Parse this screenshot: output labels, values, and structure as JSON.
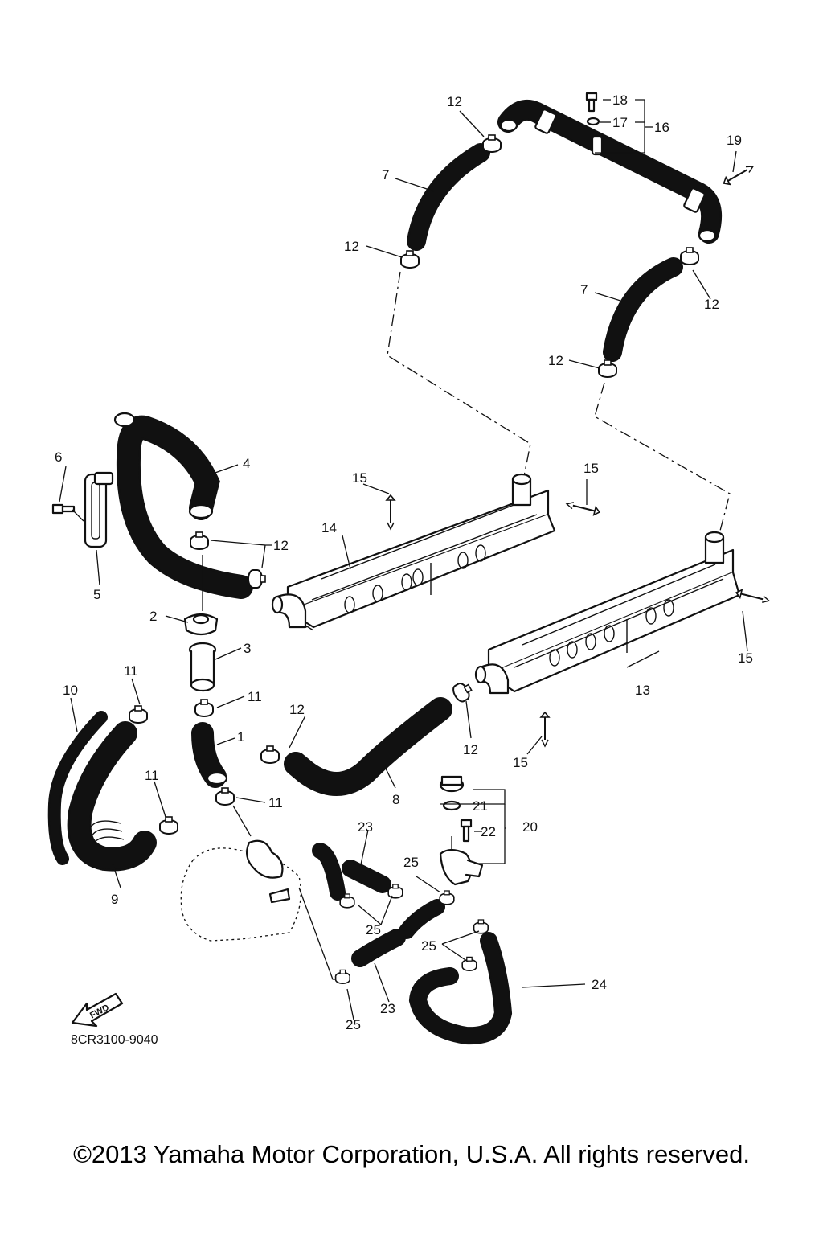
{
  "callouts": [
    "1",
    "2",
    "3",
    "4",
    "5",
    "6",
    "7",
    "8",
    "9",
    "10",
    "11",
    "12",
    "13",
    "14",
    "15",
    "16",
    "17",
    "18",
    "19",
    "20",
    "21",
    "22",
    "23",
    "24",
    "25"
  ],
  "diagram_code": "8CR3100-9040",
  "fwd_label": "FWD",
  "copyright": "©2013 Yamaha Motor Corporation, U.S.A. All rights reserved."
}
